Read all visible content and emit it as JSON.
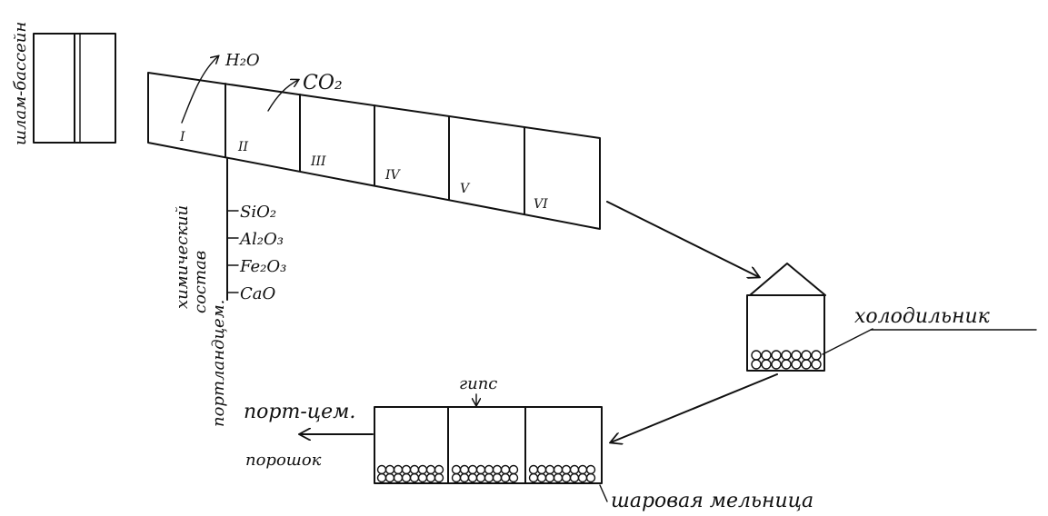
{
  "diagram": {
    "slurry_basin_label": "шлам-бассейн",
    "kiln_gases": [
      "H₂O",
      "CO₂"
    ],
    "kiln_zones": [
      "I",
      "II",
      "III",
      "IV",
      "V",
      "VI"
    ],
    "composition_label_line1": "химический",
    "composition_label_line2": "состав",
    "composition_label_line3": "портландцем.",
    "composition_items": [
      "SiO₂",
      "Al₂O₃",
      "Fe₂O₃",
      "CaO"
    ],
    "cooler_label": "холодильник",
    "gypsum_label": "гипс",
    "product_label_line1": "порт-цем.",
    "product_label_line2": "порошок",
    "mill_label": "шаровая мельница"
  }
}
